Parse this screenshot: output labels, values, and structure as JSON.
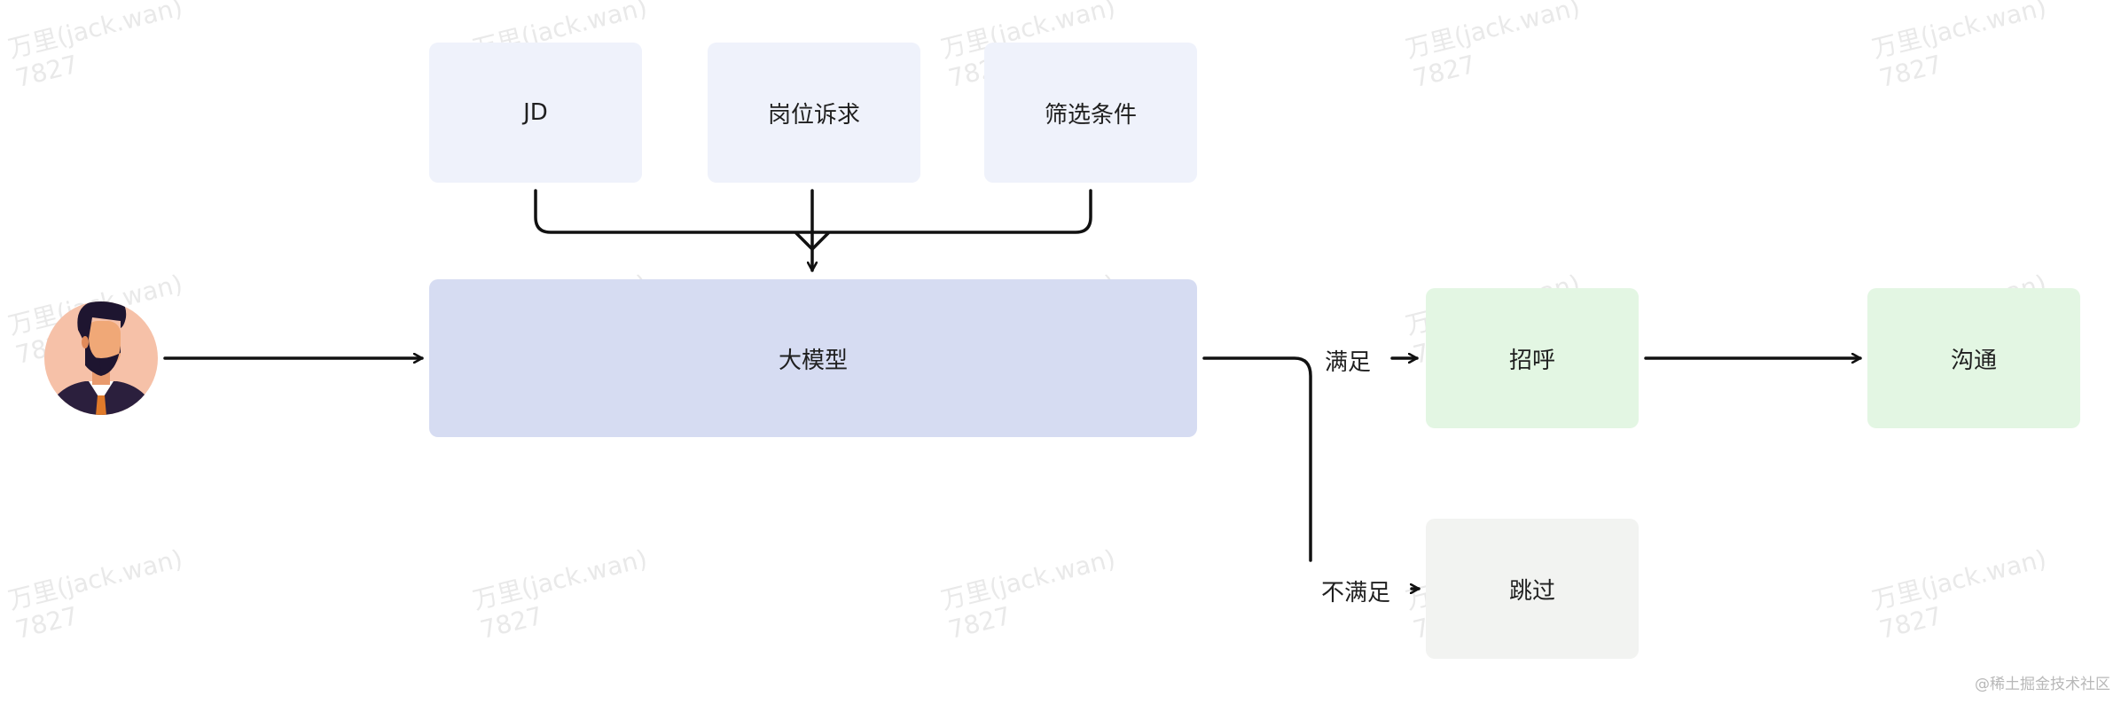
{
  "nodes": {
    "jd": "JD",
    "job_requirements": "岗位诉求",
    "filter_conditions": "筛选条件",
    "llm": "大模型",
    "greet": "招呼",
    "communicate": "沟通",
    "skip": "跳过"
  },
  "edge_labels": {
    "satisfied": "满足",
    "not_satisfied": "不满足"
  },
  "watermark": {
    "line1": "万里(jack.wan)",
    "line2": "7827"
  },
  "footer": {
    "credit": "@稀土掘金技术社区"
  },
  "colors": {
    "input_box": "#eff2fb",
    "model_box": "#d6dcf2",
    "green_box": "#e3f6e3",
    "gray_box": "#f2f3f1",
    "line": "#111111",
    "avatar_bg": "#f6c1a8"
  },
  "icons": {
    "avatar": "bearded-man-avatar-icon"
  }
}
